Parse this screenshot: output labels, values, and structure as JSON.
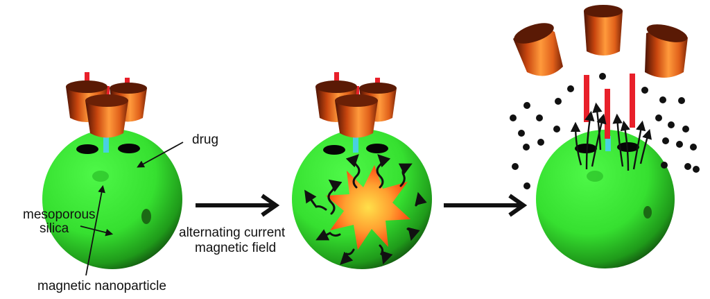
{
  "labels": {
    "drug": "drug",
    "mesoporous_1": "mesoporous",
    "mesoporous_2": "silica",
    "nanoparticle": "magnetic nanoparticle",
    "field_1": "alternating current",
    "field_2": "magnetic field"
  },
  "colors": {
    "sphere": "#3ee83a",
    "sphere_shadow": "#0f3d0c",
    "cap": "#f07a22",
    "cap_dark": "#5a1a05",
    "rod": "#e8202a",
    "channel": "#49d0e0",
    "burst": "#ff6a1a",
    "burst_core": "#ffd23a"
  },
  "icons": {
    "step_arrow": "right-arrow-icon",
    "heat_burst": "starburst-icon",
    "drug_molecule": "dot-icon"
  }
}
